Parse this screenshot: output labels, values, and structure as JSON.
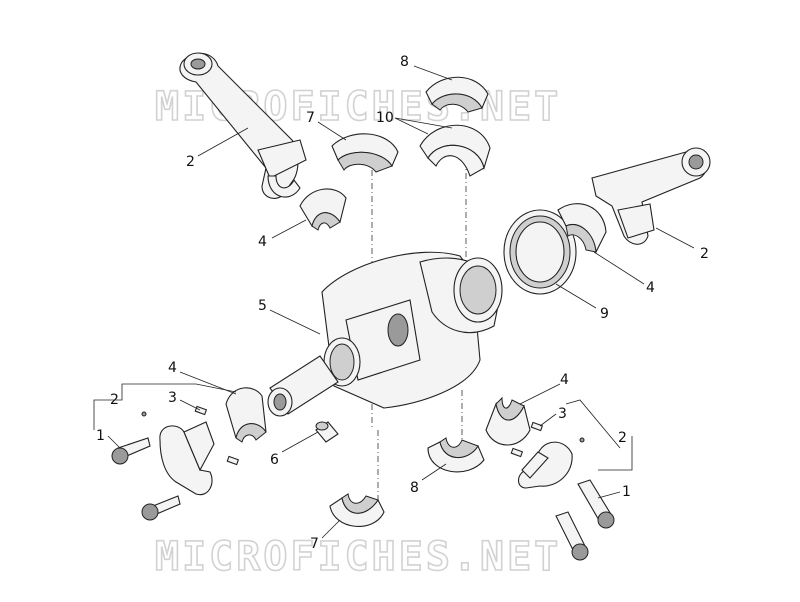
{
  "watermark": "MICROFICHES.NET",
  "callouts": [
    {
      "id": "c-2-top",
      "text": "2"
    },
    {
      "id": "c-7-top",
      "text": "7"
    },
    {
      "id": "c-8-top",
      "text": "8"
    },
    {
      "id": "c-10",
      "text": "10"
    },
    {
      "id": "c-4-top",
      "text": "4"
    },
    {
      "id": "c-2-right",
      "text": "2"
    },
    {
      "id": "c-4-right",
      "text": "4"
    },
    {
      "id": "c-9",
      "text": "9"
    },
    {
      "id": "c-5",
      "text": "5"
    },
    {
      "id": "c-4-left",
      "text": "4"
    },
    {
      "id": "c-2-left",
      "text": "2"
    },
    {
      "id": "c-3-left",
      "text": "3"
    },
    {
      "id": "c-1-left",
      "text": "1"
    },
    {
      "id": "c-6",
      "text": "6"
    },
    {
      "id": "c-7-bottom",
      "text": "7"
    },
    {
      "id": "c-8-bottom",
      "text": "8"
    },
    {
      "id": "c-4-lowright",
      "text": "4"
    },
    {
      "id": "c-3-right",
      "text": "3"
    },
    {
      "id": "c-2-lowright",
      "text": "2"
    },
    {
      "id": "c-1-right",
      "text": "1"
    }
  ]
}
